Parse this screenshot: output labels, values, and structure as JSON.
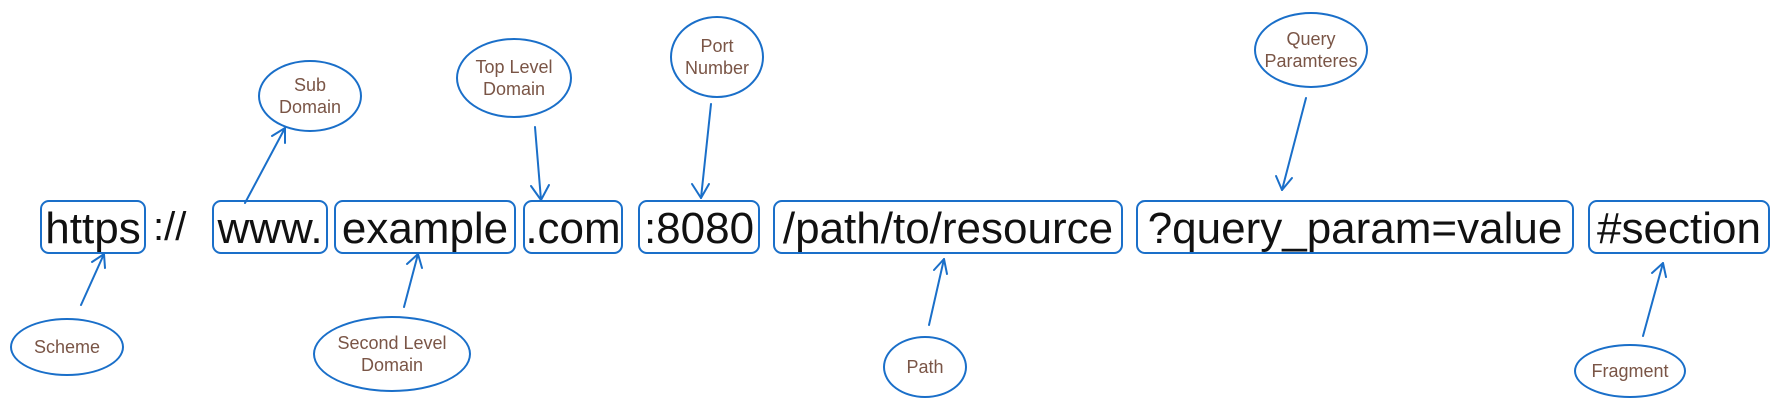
{
  "url_parts": {
    "scheme": "https",
    "separator": "://",
    "subdomain": "www.",
    "second_level": "example",
    "top_level": ".com",
    "port": ":8080",
    "path": "/path/to/resource",
    "query": "?query_param=value",
    "fragment": "#section"
  },
  "labels": {
    "scheme": "Scheme",
    "subdomain": "Sub\nDomain",
    "second_level": "Second Level\nDomain",
    "top_level": "Top Level\nDomain",
    "port": "Port\nNumber",
    "path": "Path",
    "query": "Query\nParamteres",
    "fragment": "Fragment"
  },
  "colors": {
    "outline": "#1a6fc9",
    "label_text": "#7a5546",
    "url_text": "#111111"
  }
}
